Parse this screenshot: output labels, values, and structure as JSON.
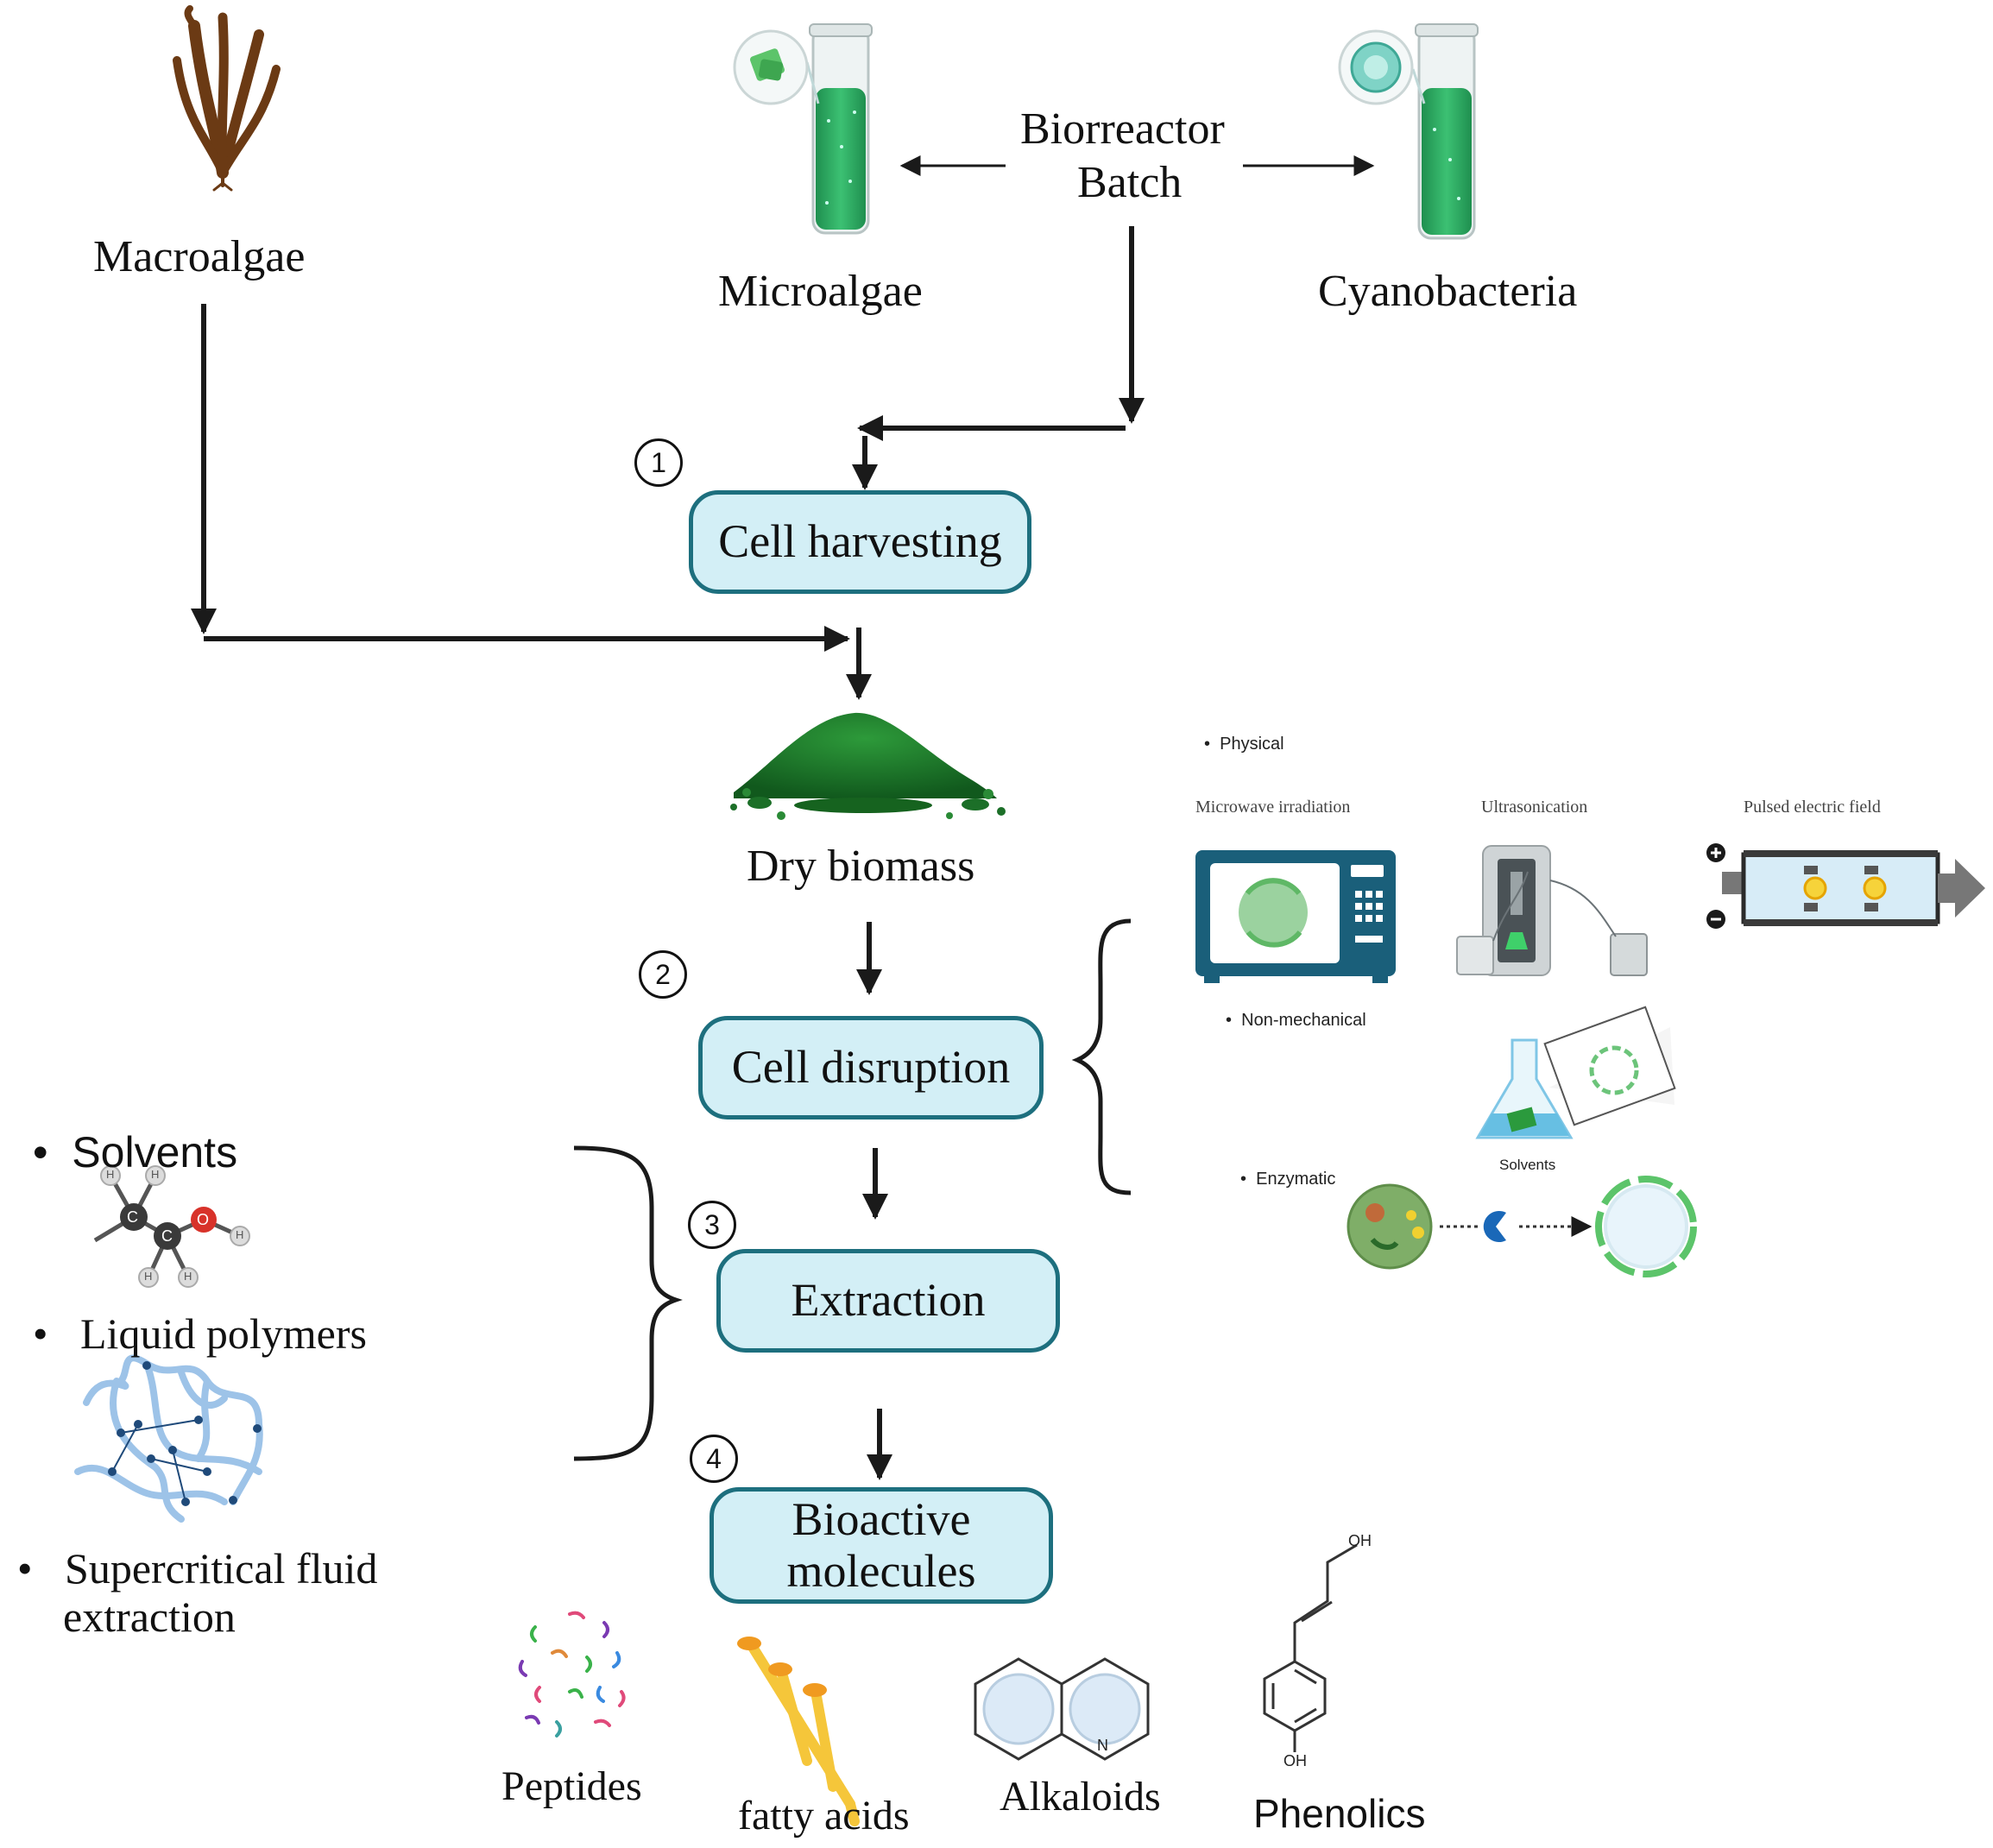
{
  "sources": {
    "macroalgae": "Macroalgae",
    "microalgae": "Microalgae",
    "cyanobacteria": "Cyanobacteria",
    "bioreactor_line1": "Biorreactor",
    "bioreactor_line2": "Batch"
  },
  "steps": [
    {
      "number": "1",
      "label": "Cell harvesting"
    },
    {
      "number": "2",
      "label": "Cell disruption"
    },
    {
      "number": "3",
      "label": "Extraction"
    },
    {
      "number": "4",
      "label_line1": "Bioactive",
      "label_line2": "molecules"
    }
  ],
  "dry_biomass": "Dry biomass",
  "disruption_methods": {
    "physical": "Physical",
    "microwave": "Microwave irradiation",
    "ultrasonication": "Ultrasonication",
    "pulsed": "Pulsed electric field",
    "non_mechanical": "Non-mechanical",
    "solvents": "Solvents",
    "enzymatic": "Enzymatic"
  },
  "extraction_methods": {
    "solvents": "Solvents",
    "liquid_polymers": "Liquid polymers",
    "supercritical_line1": "Supercritical fluid",
    "supercritical_line2": "extraction"
  },
  "molecules": {
    "peptides": "Peptides",
    "fatty_acids": "fatty acids",
    "alkaloids": "Alkaloids",
    "phenolics": "Phenolics"
  },
  "chem_labels": {
    "c": "C",
    "o": "O",
    "h": "H",
    "oh": "OH",
    "n": "N"
  },
  "colors": {
    "box_fill": "#d3eff6",
    "box_border": "#1d6f7e",
    "biomass_green": "#1e7a2c",
    "tube_green": "#2fa860"
  }
}
